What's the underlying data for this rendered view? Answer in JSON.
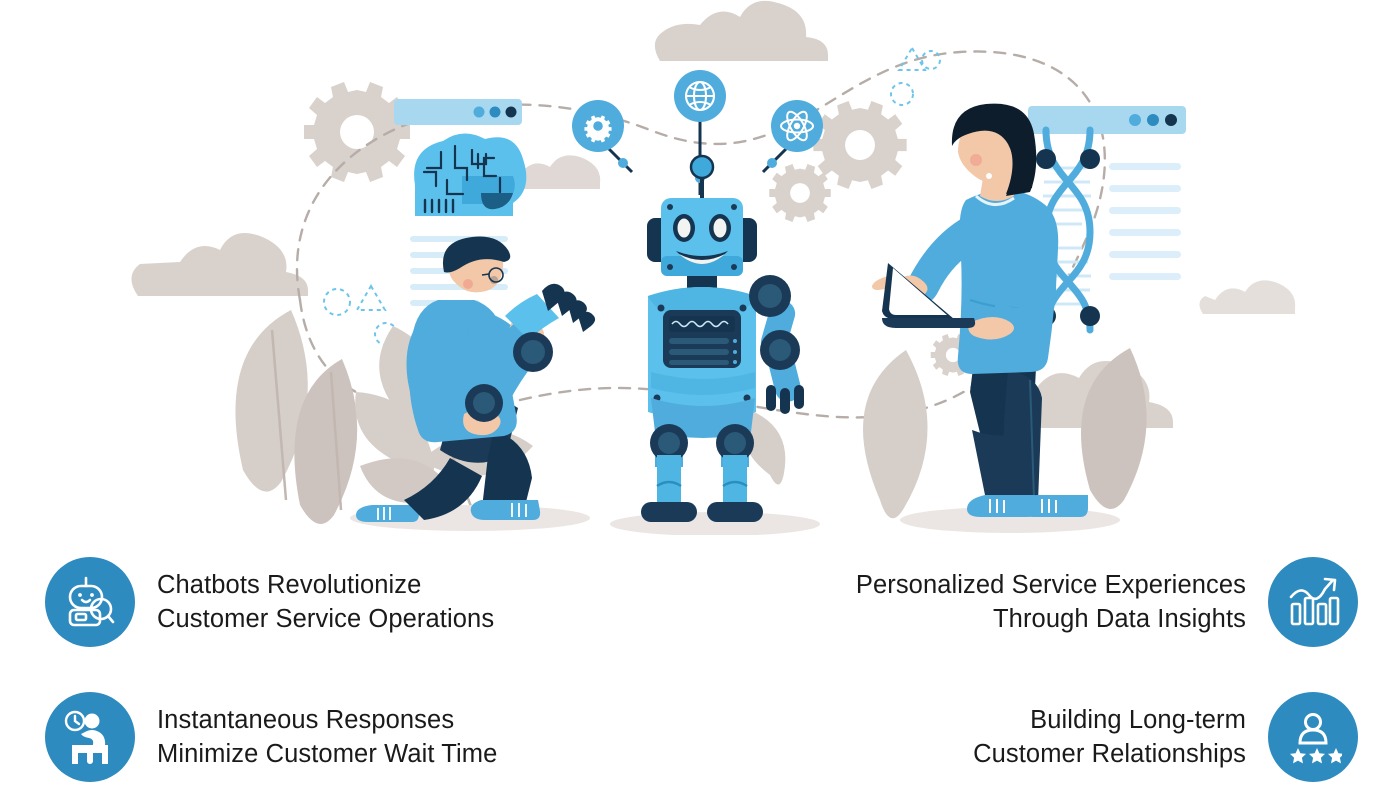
{
  "palette": {
    "badge_blue": "#2E8BC0",
    "robot_light_blue": "#5BC0EB",
    "robot_mid_blue": "#3FA9DC",
    "navy": "#15344F",
    "beige": "#D8D0CB",
    "panel_blue": "#A8D8F0",
    "text_black": "#1a1a1a",
    "background": "#FFFFFF"
  },
  "illustration": {
    "name": "ai-robot-engineers-scene",
    "elements": [
      "beige-clouds",
      "beige-gears",
      "beige-leaves",
      "dashed-curve-path",
      "dashed-circle-outlines",
      "dashed-triangle-outline",
      "browser-window-ai-brain",
      "browser-window-dna",
      "kneeling-man-with-robotic-arm",
      "central-blue-robot",
      "standing-woman-with-laptop",
      "floating-gear-badge",
      "floating-globe-badge",
      "floating-atom-badge"
    ]
  },
  "bullets": [
    {
      "id": "chatbots-revolutionize",
      "icon": "chatbot-icon",
      "align": "left",
      "lines": [
        "Chatbots Revolutionize",
        "Customer Service Operations"
      ]
    },
    {
      "id": "personalized-service",
      "icon": "growth-chart-icon",
      "align": "right",
      "lines": [
        "Personalized Service Experiences",
        "Through Data Insights"
      ]
    },
    {
      "id": "instantaneous-responses",
      "icon": "waiting-person-clock-icon",
      "align": "left",
      "lines": [
        "Instantaneous Responses",
        "Minimize Customer Wait Time"
      ]
    },
    {
      "id": "long-term-relationships",
      "icon": "person-three-stars-icon",
      "align": "right",
      "lines": [
        "Building Long-term",
        "Customer Relationships"
      ]
    }
  ]
}
